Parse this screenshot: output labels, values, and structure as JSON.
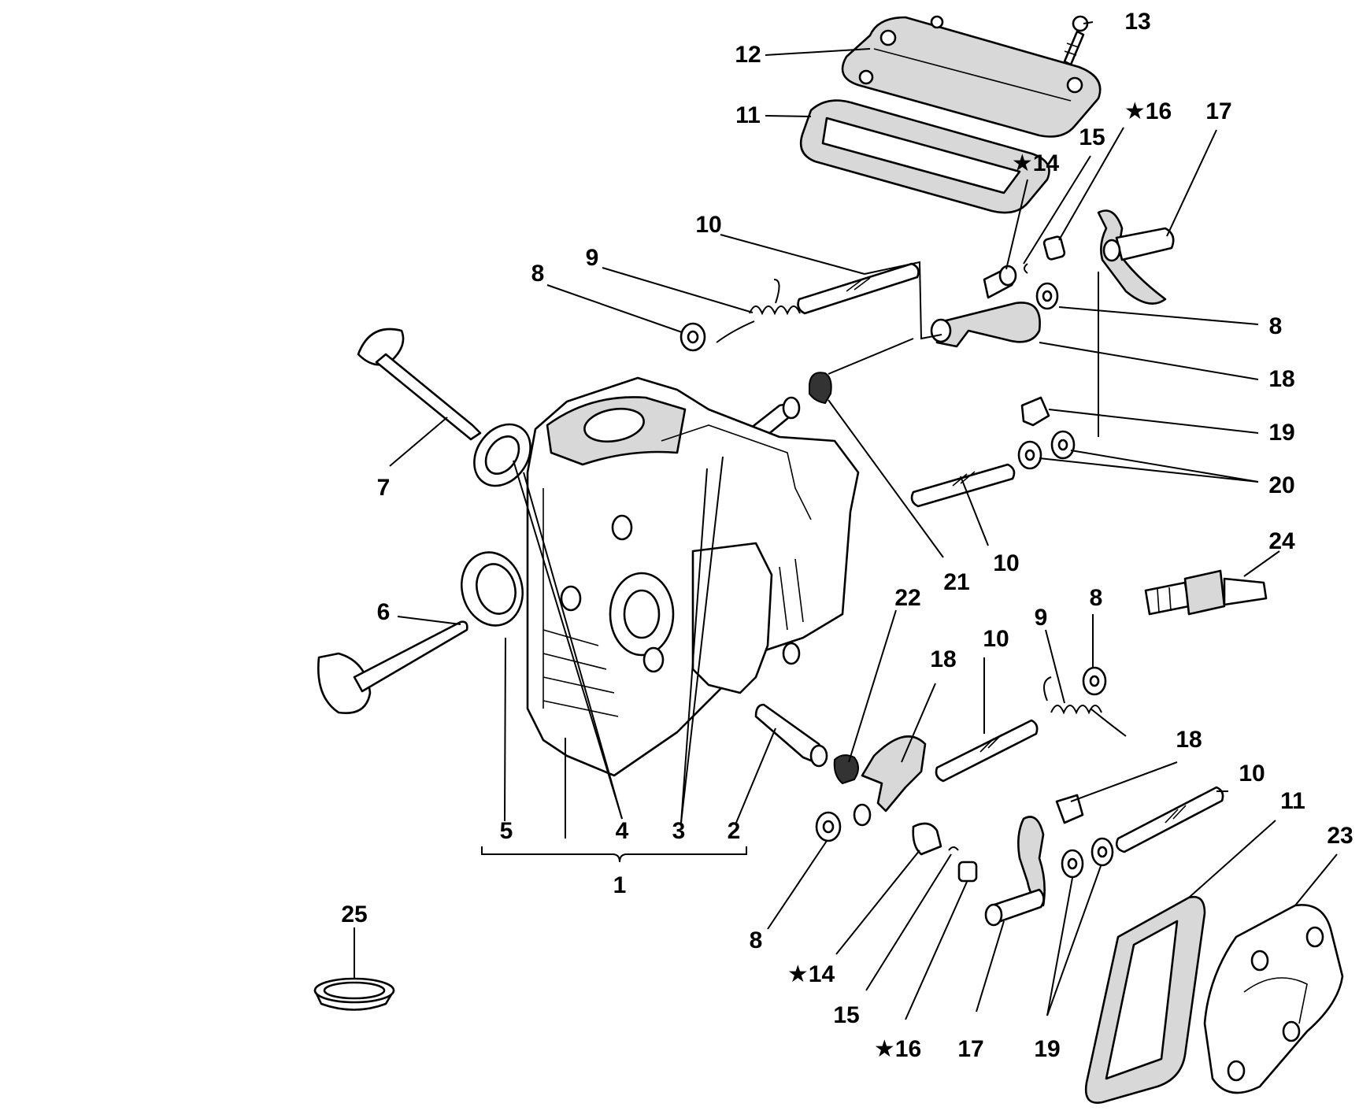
{
  "callouts": [
    {
      "id": "12",
      "text": "12"
    },
    {
      "id": "13",
      "text": "13"
    },
    {
      "id": "11a",
      "text": "11"
    },
    {
      "id": "16a",
      "text": "★16"
    },
    {
      "id": "17a",
      "text": "17"
    },
    {
      "id": "15a",
      "text": "15"
    },
    {
      "id": "14a",
      "text": "★14"
    },
    {
      "id": "10a",
      "text": "10"
    },
    {
      "id": "9a",
      "text": "9"
    },
    {
      "id": "8a",
      "text": "8"
    },
    {
      "id": "8b",
      "text": "8"
    },
    {
      "id": "18a",
      "text": "18"
    },
    {
      "id": "19a",
      "text": "19"
    },
    {
      "id": "20",
      "text": "20"
    },
    {
      "id": "7",
      "text": "7"
    },
    {
      "id": "10b",
      "text": "10"
    },
    {
      "id": "21",
      "text": "21"
    },
    {
      "id": "24",
      "text": "24"
    },
    {
      "id": "6",
      "text": "6"
    },
    {
      "id": "22",
      "text": "22"
    },
    {
      "id": "8c",
      "text": "8"
    },
    {
      "id": "9b",
      "text": "9"
    },
    {
      "id": "10c",
      "text": "10"
    },
    {
      "id": "18b",
      "text": "18"
    },
    {
      "id": "18c",
      "text": "18"
    },
    {
      "id": "10d",
      "text": "10"
    },
    {
      "id": "11b",
      "text": "11"
    },
    {
      "id": "23",
      "text": "23"
    },
    {
      "id": "5",
      "text": "5"
    },
    {
      "id": "4",
      "text": "4"
    },
    {
      "id": "3",
      "text": "3"
    },
    {
      "id": "2",
      "text": "2"
    },
    {
      "id": "1",
      "text": "1"
    },
    {
      "id": "25",
      "text": "25"
    },
    {
      "id": "8d",
      "text": "8"
    },
    {
      "id": "14b",
      "text": "★14"
    },
    {
      "id": "15b",
      "text": "15"
    },
    {
      "id": "16b",
      "text": "★16"
    },
    {
      "id": "17b",
      "text": "17"
    },
    {
      "id": "19b",
      "text": "19"
    }
  ]
}
